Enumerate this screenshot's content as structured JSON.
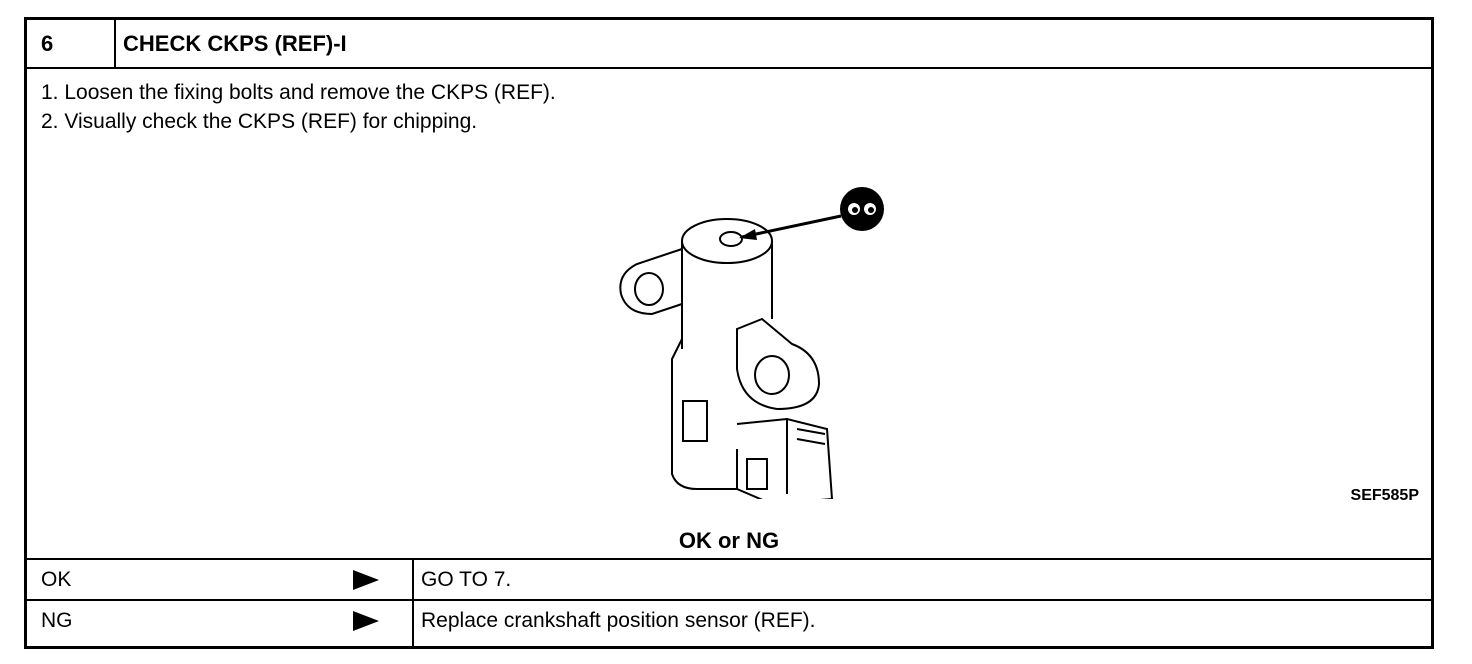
{
  "header": {
    "step_number": "6",
    "title": "CHECK CKPS (REF)-I"
  },
  "instructions": [
    "1.  Loosen the fixing bolts and remove the CKPS (REF).",
    "2.  Visually check the CKPS (REF) for chipping."
  ],
  "figure": {
    "icon": "ckps-sensor-illustration",
    "code": "SEF585P"
  },
  "decision": {
    "question": "OK or NG",
    "rows": [
      {
        "result": "OK",
        "action": "GO TO 7."
      },
      {
        "result": "NG",
        "action": "Replace crankshaft position sensor (REF)."
      }
    ]
  }
}
